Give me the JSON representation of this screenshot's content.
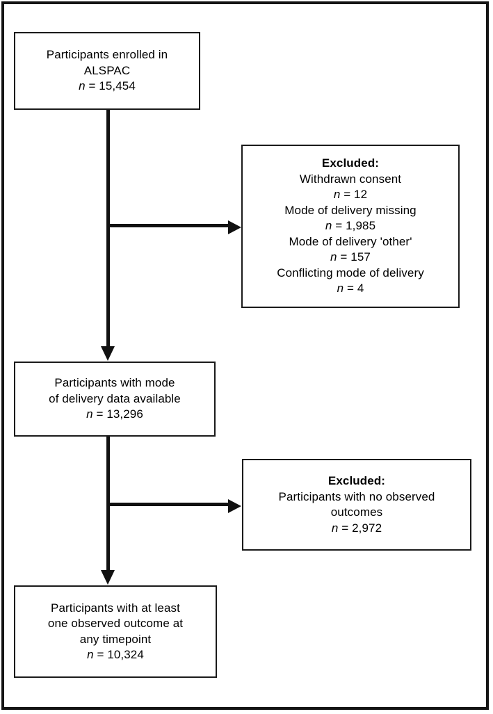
{
  "diagram": {
    "type": "participant-flow-diagram",
    "title": "",
    "nodes": [
      {
        "id": "enrolled",
        "role": "flow",
        "lines": [
          {
            "text": "Participants enrolled in",
            "style": "normal"
          },
          {
            "text": "ALSPAC",
            "style": "normal"
          }
        ],
        "count_label": "n",
        "count_equals": "=",
        "count_value": "15,454"
      },
      {
        "id": "excluded-1",
        "role": "exclusion",
        "heading": "Excluded:",
        "lines": [
          {
            "text": "Withdrawn consent",
            "style": "normal"
          },
          {
            "text": "n = 12",
            "style": "count"
          },
          {
            "text": "Mode of delivery missing",
            "style": "normal"
          },
          {
            "text": "n = 1,985",
            "style": "count"
          },
          {
            "text": "Mode of delivery 'other'",
            "style": "normal"
          },
          {
            "text": "n = 157",
            "style": "count"
          },
          {
            "text": "Conflicting mode of delivery",
            "style": "normal"
          },
          {
            "text": "n = 4",
            "style": "count"
          }
        ],
        "counts": [
          {
            "reason": "Withdrawn consent",
            "n": 12
          },
          {
            "reason": "Mode of delivery missing",
            "n": 1985
          },
          {
            "reason": "Mode of delivery 'other'",
            "n": 157
          },
          {
            "reason": "Conflicting mode of delivery",
            "n": 4
          }
        ]
      },
      {
        "id": "mode-available",
        "role": "flow",
        "lines": [
          {
            "text": "Participants with mode",
            "style": "normal"
          },
          {
            "text": "of delivery data available",
            "style": "normal"
          }
        ],
        "count_label": "n",
        "count_equals": "=",
        "count_value": "13,296"
      },
      {
        "id": "excluded-2",
        "role": "exclusion",
        "heading": "Excluded:",
        "lines": [
          {
            "text": "Participants with no observed",
            "style": "normal"
          },
          {
            "text": "outcomes",
            "style": "normal"
          },
          {
            "text": "n = 2,972",
            "style": "count"
          }
        ],
        "counts": [
          {
            "reason": "Participants with no observed outcomes",
            "n": 2972
          }
        ]
      },
      {
        "id": "final",
        "role": "flow",
        "lines": [
          {
            "text": "Participants with at least",
            "style": "normal"
          },
          {
            "text": "one observed outcome at",
            "style": "normal"
          },
          {
            "text": "any timepoint",
            "style": "normal"
          }
        ],
        "count_label": "n",
        "count_equals": "=",
        "count_value": "10,324"
      }
    ]
  },
  "box1": {
    "line1": "Participants enrolled in",
    "line2": "ALSPAC",
    "n_symbol": "n",
    "n_eq": " = 15,454"
  },
  "excl1": {
    "heading": "Excluded:",
    "r1": "Withdrawn consent",
    "r1_n": "n",
    "r1_eq": " = 12",
    "r2": "Mode of delivery missing",
    "r2_n": "n",
    "r2_eq": " = 1,985",
    "r3": "Mode of delivery 'other'",
    "r3_n": "n",
    "r3_eq": " = 157",
    "r4": "Conflicting mode of delivery",
    "r4_n": "n",
    "r4_eq": " = 4"
  },
  "box2": {
    "line1": "Participants with mode",
    "line2": "of delivery data available",
    "n_symbol": "n",
    "n_eq": " = 13,296"
  },
  "excl2": {
    "heading": "Excluded:",
    "r1": "Participants with no observed",
    "r2": "outcomes",
    "r1_n": "n",
    "r1_eq": " = 2,972"
  },
  "box3": {
    "line1": "Participants with at least",
    "line2": "one observed outcome at",
    "line3": "any timepoint",
    "n_symbol": "n",
    "n_eq": " = 10,324"
  },
  "colors": {
    "frame": "#141414",
    "box_border": "#1a1a1a",
    "connector": "#111111",
    "text": "#000000",
    "background": "#ffffff"
  }
}
